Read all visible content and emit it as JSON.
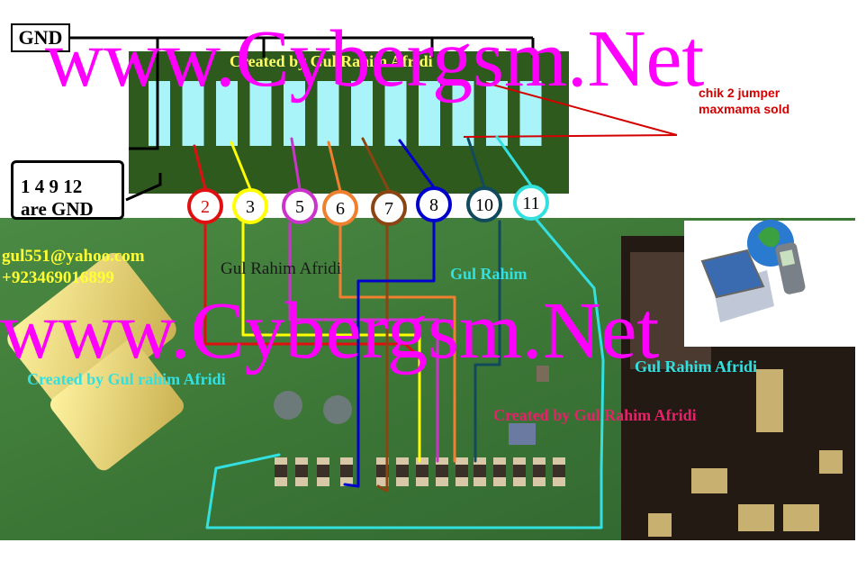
{
  "labels": {
    "gnd": "GND",
    "gnd_pins_line1": "1 4 9 12",
    "gnd_pins_line2": "are GND",
    "jumper_line1": "chik 2 jumper",
    "jumper_line2": "maxmama sold",
    "email": "gul551@yahoo.com",
    "phone": "+923469016899"
  },
  "watermarks": {
    "top": "www.Cybergsm.Net",
    "bottom": "www.Cybergsm.Net"
  },
  "credits": {
    "connector": "Created by Gul Rahim Afridi",
    "board_center": "Gul Rahim Afridi",
    "board_right": "Gul Rahim",
    "board_left": "Created by Gul rahim Afridi",
    "right_top": "Gul Rahim Afridi",
    "right_bottom": "Created by Gul Rahim Afridi"
  },
  "pins": [
    {
      "number": "2",
      "color": "#e01010"
    },
    {
      "number": "3",
      "color": "#ffff00"
    },
    {
      "number": "5",
      "color": "#cc33cc"
    },
    {
      "number": "6",
      "color": "#f08030"
    },
    {
      "number": "7",
      "color": "#8b4513"
    },
    {
      "number": "8",
      "color": "#0000cc"
    },
    {
      "number": "10",
      "color": "#104a5c"
    },
    {
      "number": "11",
      "color": "#33e0e0"
    }
  ],
  "colors": {
    "board": "#3d7a3a",
    "connector": "#2f5a1e",
    "pad": "#a8f4f8",
    "watermark": "#ff00ff"
  }
}
